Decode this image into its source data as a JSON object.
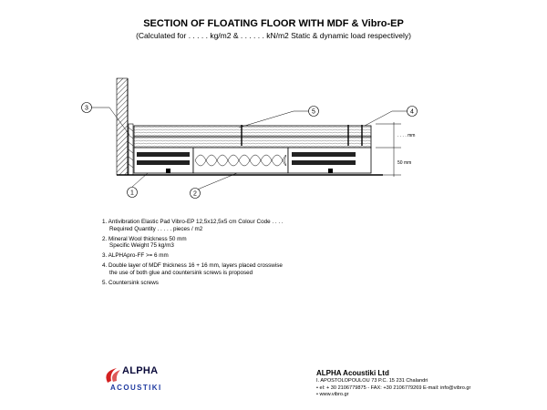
{
  "header": {
    "title": "SECTION OF FLOATING FLOOR WITH MDF & Vibro-EP",
    "subtitle": "(Calculated for . . . . . kg/m2 & . . . . . . kN/m2 Static  & dynamic load respectively)"
  },
  "drawing": {
    "callouts": [
      "1",
      "2",
      "3",
      "4",
      "5"
    ],
    "dim_top": ". . . . mm",
    "dim_bottom": "50 mm"
  },
  "notes": [
    {
      "line1": "1. Antivibration Elastic Pad Vibro-EP 12,5x12,5x5 cm Colour Code . . . .",
      "line2": "Required Quantity  . . . . . pieces / m2"
    },
    {
      "line1": "2. Mineral Wool thickness 50 mm",
      "line2": "Specific Weight 75 kg/m3"
    },
    {
      "line1": "3. ALPHApro-FF >= 6 mm",
      "line2": ""
    },
    {
      "line1": "4. Double layer of MDF thickness 16 + 16  mm, layers placed crosswise",
      "line2": "the use of both glue and countersink screws is proposed"
    },
    {
      "line1": "5. Countersink screws",
      "line2": ""
    }
  ],
  "logo": {
    "name": "ALPHA",
    "sub": "ACOUSTIKI",
    "colors": {
      "swoosh": "#d42020",
      "text": "#0a0a3a",
      "sub": "#1f3aa0"
    }
  },
  "contact": {
    "company": "ALPHA Acoustiki Ltd",
    "address": "I. APOSTOLOPOULOU 73  P.C. 15 231 Chalandri",
    "phones": "• el: + 30 2106779875 - FAX: +30 2106779269  E-mail: info@vibro.gr",
    "web": "• www.vibro.gr"
  }
}
